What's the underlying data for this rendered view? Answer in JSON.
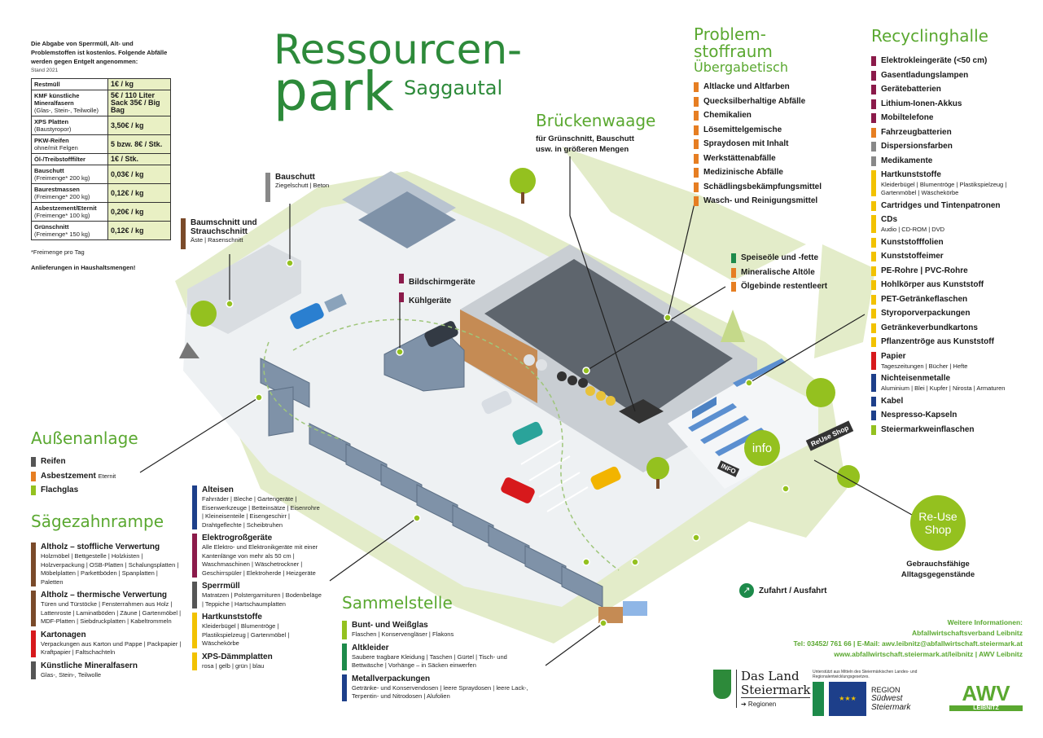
{
  "title": {
    "line1": "Ressourcen-",
    "line2": "park",
    "line3": "Saggautal"
  },
  "intro": {
    "text": "Die Abgabe von Sperrmüll, Alt- und Problemstoffen ist kostenlos. Folgende Abfälle werden gegen Entgelt angenommen:",
    "stand": "Stand 2021",
    "rows": [
      {
        "name": "Restmüll",
        "sub": "",
        "price": "1€ / kg"
      },
      {
        "name": "KMF künstliche Mineralfasern",
        "sub": "(Glas-, Stein-, Teilwolle)",
        "price": "5€ / 110 Liter Sack 35€ / Big Bag"
      },
      {
        "name": "XPS Platten",
        "sub": "(Baustyropor)",
        "price": "3,50€ / kg"
      },
      {
        "name": "PKW-Reifen",
        "sub": "ohne/mit Felgen",
        "price": "5 bzw. 8€ / Stk."
      },
      {
        "name": "Öl-/Treibstofffilter",
        "sub": "",
        "price": "1€ / Stk."
      },
      {
        "name": "Bauschutt",
        "sub": "(Freimenge* 200 kg)",
        "price": "0,03€ / kg"
      },
      {
        "name": "Baurestmassen",
        "sub": "(Freimenge* 200 kg)",
        "price": "0,12€ / kg"
      },
      {
        "name": "Asbestzement/Eternit",
        "sub": "(Freimenge* 100 kg)",
        "price": "0,20€ / kg"
      },
      {
        "name": "Grünschnitt",
        "sub": "(Freimenge* 150 kg)",
        "price": "0,12€ / kg"
      }
    ],
    "note": "*Freimenge pro Tag",
    "note2": "Anlieferungen in Haushaltsmengen!"
  },
  "aussenanlage": {
    "title": "Außenanlage",
    "items": [
      {
        "name": "Reifen",
        "desc": "",
        "color": "#555555"
      },
      {
        "name": "Asbestzement",
        "desc": "Eternit",
        "color": "#e67e22"
      },
      {
        "name": "Flachglas",
        "desc": "",
        "color": "#94c11f"
      }
    ]
  },
  "saegezahn": {
    "title": "Sägezahnrampe",
    "items": [
      {
        "name": "Altholz – stoffliche Verwertung",
        "desc": "Holzmöbel | Bettgestelle | Holzkisten | Holzverpackung | OSB-Platten | Schalungsplatten | Möbelplatten | Parkettböden | Spanplatten | Paletten",
        "color": "#7a4a2a"
      },
      {
        "name": "Altholz – thermische Verwertung",
        "desc": "Türen und Türstöcke | Fensterrahmen aus Holz | Lattenroste | Laminatböden | Zäune | Gartenmöbel | MDF-Platten | Siebdruckplatten | Kabeltrommeln",
        "color": "#7a4a2a"
      },
      {
        "name": "Kartonagen",
        "desc": "Verpackungen aus Karton und Pappe | Packpapier | Kraftpapier | Faltschachteln",
        "color": "#d7191c"
      },
      {
        "name": "Künstliche Mineralfasern",
        "desc": "Glas-, Stein-, Teilwolle",
        "color": "#555555"
      }
    ]
  },
  "mid_list": {
    "items": [
      {
        "name": "Alteisen",
        "desc": "Fahrräder | Bleche | Gartengeräte | Eisenwerkzeuge | Betteinsätze | Eisenrohre | Kleineisenteile | Eisengeschirr | Drahtgeflechte | Scheibtruhen",
        "color": "#1d3f8a"
      },
      {
        "name": "Elektrogroßgeräte",
        "desc": "Alle Elektro- und Elektronikgeräte mit einer Kantenlänge von mehr als 50 cm | Waschmaschinen | Wäschetrockner | Geschirrspüler | Elektroherde | Heizgeräte",
        "color": "#8b1a4a"
      },
      {
        "name": "Sperrmüll",
        "desc": "Matratzen | Polstergarnituren | Bodenbeläge | Teppiche | Hartschaumplatten",
        "color": "#555555"
      },
      {
        "name": "Hartkunststoffe",
        "desc": "Kleiderbügel | Blumentröge | Plastikspielzeug | Gartenmöbel | Wäschekörbe",
        "color": "#f2c200"
      },
      {
        "name": "XPS-Dämmplatten",
        "desc": "rosa | gelb | grün | blau",
        "color": "#f2c200"
      }
    ]
  },
  "sammelstelle": {
    "title": "Sammelstelle",
    "items": [
      {
        "name": "Bunt- und Weißglas",
        "desc": "Flaschen | Konservengläser | Flakons",
        "color": "#94c11f"
      },
      {
        "name": "Altkleider",
        "desc": "Saubere tragbare Kleidung | Taschen | Gürtel | Tisch- und Bettwäsche | Vorhänge – in Säcken einwerfen",
        "color": "#1d8a4a"
      },
      {
        "name": "Metallverpackungen",
        "desc": "Getränke- und Konservendosen | leere Spraydosen | leere Lack-, Terpentin- und Nitrodosen | Alufolien",
        "color": "#1d3f8a"
      }
    ]
  },
  "problemstoffraum": {
    "title1": "Problem-",
    "title2": "stoffraum",
    "subtitle": "Übergabetisch",
    "items": [
      "Altlacke und Altfarben",
      "Quecksilberhaltige Abfälle",
      "Chemikalien",
      "Lösemittelgemische",
      "Spraydosen mit Inhalt",
      "Werkstättenabfälle",
      "Medizinische Abfälle",
      "Schädlingsbekämpfungsmittel",
      "Wasch- und Reinigungsmittel"
    ],
    "color": "#e67e22"
  },
  "oel": {
    "items": [
      {
        "name": "Speiseöle und -fette",
        "color": "#1d8a4a"
      },
      {
        "name": "Mineralische Altöle",
        "color": "#e67e22"
      },
      {
        "name": "Ölgebinde restentleert",
        "color": "#e67e22"
      }
    ]
  },
  "bruecke": {
    "title": "Brückenwaage",
    "desc": "für Grünschnitt, Bauschutt usw. in größeren Mengen"
  },
  "recycling": {
    "title": "Recyclinghalle",
    "items": [
      {
        "name": "Elektrokleingeräte (<50 cm)",
        "desc": "",
        "color": "#8b1a4a"
      },
      {
        "name": "Gasentladungslampen",
        "desc": "",
        "color": "#8b1a4a"
      },
      {
        "name": "Gerätebatterien",
        "desc": "",
        "color": "#8b1a4a"
      },
      {
        "name": "Lithium-Ionen-Akkus",
        "desc": "",
        "color": "#8b1a4a"
      },
      {
        "name": "Mobiltelefone",
        "desc": "",
        "color": "#8b1a4a"
      },
      {
        "name": "Fahrzeugbatterien",
        "desc": "",
        "color": "#e67e22"
      },
      {
        "name": "Dispersionsfarben",
        "desc": "",
        "color": "#888888"
      },
      {
        "name": "Medikamente",
        "desc": "",
        "color": "#888888"
      },
      {
        "name": "Hartkunststoffe",
        "desc": "Kleiderbügel | Blumentröge | Plastikspielzeug | Gartenmöbel | Wäschekörbe",
        "color": "#f2c200"
      },
      {
        "name": "Cartridges und Tintenpatronen",
        "desc": "",
        "color": "#f2c200"
      },
      {
        "name": "CDs",
        "desc": "Audio | CD-ROM | DVD",
        "color": "#f2c200"
      },
      {
        "name": "Kunststofffolien",
        "desc": "",
        "color": "#f2c200"
      },
      {
        "name": "Kunststoffeimer",
        "desc": "",
        "color": "#f2c200"
      },
      {
        "name": "PE-Rohre | PVC-Rohre",
        "desc": "",
        "color": "#f2c200"
      },
      {
        "name": "Hohlkörper aus Kunststoff",
        "desc": "",
        "color": "#f2c200"
      },
      {
        "name": "PET-Getränkeflaschen",
        "desc": "",
        "color": "#f2c200"
      },
      {
        "name": "Styroporverpackungen",
        "desc": "",
        "color": "#f2c200"
      },
      {
        "name": "Getränkeverbundkartons",
        "desc": "",
        "color": "#f2c200"
      },
      {
        "name": "Pflanzentröge aus Kunststoff",
        "desc": "",
        "color": "#f2c200"
      },
      {
        "name": "Papier",
        "desc": "Tageszeitungen | Bücher | Hefte",
        "color": "#d7191c"
      },
      {
        "name": "Nichteisenmetalle",
        "desc": "Aluminium | Blei | Kupfer | Nirosta | Armaturen",
        "color": "#1d3f8a"
      },
      {
        "name": "Kabel",
        "desc": "",
        "color": "#1d3f8a"
      },
      {
        "name": "Nespresso-Kapseln",
        "desc": "",
        "color": "#1d3f8a"
      },
      {
        "name": "Steiermarkweinflaschen",
        "desc": "",
        "color": "#94c11f"
      }
    ]
  },
  "map_labels": {
    "bauschutt": {
      "name": "Bauschutt",
      "desc": "Ziegelschutt | Beton",
      "color": "#888888"
    },
    "baumschnitt": {
      "name": "Baumschnitt und Strauchschnitt",
      "desc": "Äste | Rasenschnitt",
      "color": "#7a4a2a"
    },
    "bildschirm": {
      "name": "Bildschirmgeräte",
      "color": "#8b1a4a"
    },
    "kuehl": {
      "name": "Kühlgeräte",
      "color": "#8b1a4a"
    },
    "info": "info",
    "reuse_small": "ReUse Shop",
    "info_sign": "INFO",
    "reuse_big1": "Re-Use",
    "reuse_big2": "Shop",
    "reuse_desc": "Gebrauchsfähige Alltagsgegenstände",
    "zufahrt": "Zufahrt / Ausfahrt"
  },
  "footer": {
    "head": "Weitere Informationen:",
    "line1": "Abfallwirtschaftsverband Leibnitz",
    "line2": "Tel: 03452/ 761 66 | E-Mail: awv.leibnitz@abfallwirtschaft.steiermark.at",
    "line3": "www.abfallwirtschaft.steiermark.at/leibnitz | AWV Leibnitz",
    "land1": "Das Land",
    "land2": "Steiermark",
    "land3": "➔ Regionen",
    "eu_text": "Unterstützt aus Mitteln des Steiermärkischen Landes- und Regionalentwicklungsgesetzes.",
    "region1": "REGION",
    "region2": "Südwest",
    "region3": "Steiermark",
    "awv": "AWV",
    "awv_sub": "LEIBNITZ"
  }
}
